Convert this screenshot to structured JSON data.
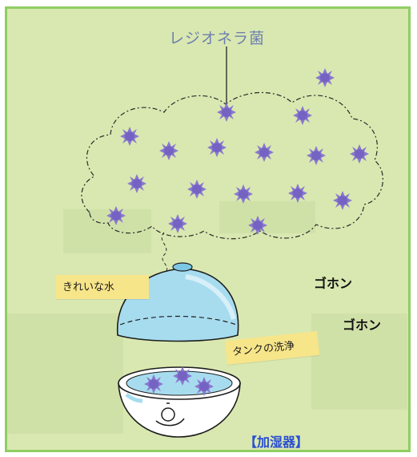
{
  "bacteria_label": "レジオネラ菌",
  "notes": {
    "clean_water": "きれいな水",
    "tank_cleaning": "タンクの洗浄"
  },
  "sounds": {
    "cough_1": "ゴホン",
    "cough_2": "ゴホン"
  },
  "caption": "【加湿器】",
  "colors": {
    "background": "#d9e8b0",
    "border": "#8fce62",
    "bacteria": "#8a78cf",
    "humidifier": "#a7dcef",
    "caption": "#2a4fd1"
  },
  "icons": [
    "bacteria-icon",
    "humidifier-lid-icon",
    "humidifier-base-icon"
  ]
}
